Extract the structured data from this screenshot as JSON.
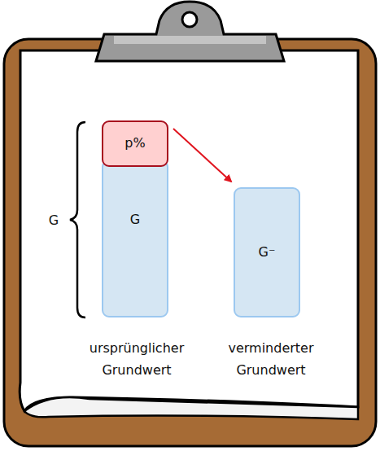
{
  "diagram": {
    "nodes": [
      {
        "text": [
          "p%"
        ]
      },
      {
        "text": [
          "G"
        ]
      },
      {
        "text": [
          "G⁻"
        ]
      }
    ],
    "edges": [
      {
        "from": 0,
        "to": 2,
        "arrow": "to"
      }
    ],
    "labels": [
      "G",
      "ursprünglicher Grundwert",
      "verminderter Grundwert"
    ]
  }
}
